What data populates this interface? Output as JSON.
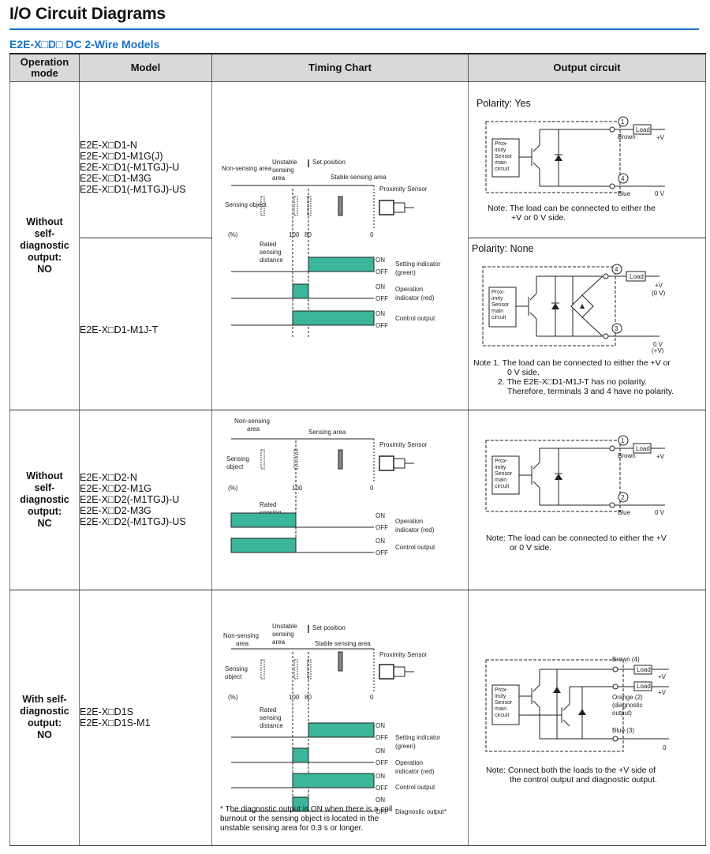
{
  "page_title": "I/O Circuit Diagrams",
  "section_title": "E2E-X□D□ DC 2-Wire Models",
  "headers": {
    "mode": "Operation mode",
    "model": "Model",
    "timing": "Timing Chart",
    "circuit": "Output circuit"
  },
  "rows": [
    {
      "mode": [
        "Without",
        "self-",
        "diagnostic",
        "output:",
        "NO"
      ],
      "models_a": [
        "E2E-X□D1-N",
        "E2E-X□D1-M1G(J)",
        "E2E-X□D1(-M1TGJ)-U",
        "E2E-X□D1-M3G",
        "E2E-X□D1(-M1TGJ)-US"
      ],
      "models_b": [
        "E2E-X□D1-M1J-T"
      ],
      "timing": {
        "non_sensing": "Non-sensing area",
        "unstable": "Unstable sensing area",
        "set_position": "Set position",
        "stable": "Stable sensing area",
        "proximity": "Proximity Sensor",
        "object": "Sensing object",
        "percent": "(%)",
        "t100": "100",
        "t80": "80",
        "t0": "0",
        "rated": "Rated sensing distance",
        "on": "ON",
        "off": "OFF",
        "sig1": "Setting indicator (green)",
        "sig2": "Operation indicator (red)",
        "sig3": "Control output"
      },
      "circuit_a": {
        "polarity": "Polarity: Yes",
        "t1": "1",
        "t2": "4",
        "load": "Load",
        "brown": "Brown",
        "blue": "Blue",
        "plusv": "+V",
        "zerov": "0 V",
        "box": "Prox- imity Sensor main circuit",
        "note": [
          "Note: The load can be connected to either the",
          "+V or 0 V side."
        ]
      },
      "circuit_b": {
        "polarity": "Polarity: None",
        "t1": "4",
        "t2": "3",
        "load": "Load",
        "plusv": "+V",
        "plusv2": "(0 V)",
        "zerov": "0 V",
        "zerov2": "(+V)",
        "box": "Prox- imity Sensor main circuit",
        "note": [
          "Note 1. The load can be connected to either the +V or",
          "0 V side.",
          "2. The E2E-X□D1-M1J-T has no polarity.",
          "Therefore, terminals 3 and 4 have no polarity."
        ]
      }
    },
    {
      "mode": [
        "Without",
        "self-",
        "diagnostic",
        "output:",
        "NC"
      ],
      "models": [
        "E2E-X□D2-N",
        "E2E-X□D2-M1G",
        "E2E-X□D2(-M1TGJ)-U",
        "E2E-X□D2-M3G",
        "E2E-X□D2(-M1TGJ)-US"
      ],
      "timing": {
        "non_sensing": "Non-sensing area",
        "sensing": "Sensing area",
        "proximity": "Proximity Sensor",
        "object": "Sensing object",
        "percent": "(%)",
        "t100": "100",
        "t0": "0",
        "rated": "Rated sensing distance",
        "on": "ON",
        "off": "OFF",
        "sig1": "Operation indicator (red)",
        "sig2": "Control output"
      },
      "circuit": {
        "t1": "1",
        "t2": "2",
        "load": "Load",
        "brown": "Brown",
        "blue": "Blue",
        "plusv": "+V",
        "zerov": "0 V",
        "box": "Prox- imity Sensor main circuit",
        "note": [
          "Note: The load can be connected to either the +V",
          "or 0 V side."
        ]
      }
    },
    {
      "mode": [
        "With self-",
        "diagnostic",
        "output:",
        "NO"
      ],
      "models": [
        "E2E-X□D1S",
        "E2E-X□D1S-M1"
      ],
      "timing": {
        "non_sensing": "Non-sensing area",
        "unstable": "Unstable sensing area",
        "set_position": "Set position",
        "stable": "Stable sensing area",
        "proximity": "Proximity Sensor",
        "object": "Sensing object",
        "percent": "(%)",
        "t100": "100",
        "t80": "80",
        "t0": "0",
        "rated": "Rated sensing distance",
        "on": "ON",
        "off": "OFF",
        "sig1": "Setting indicator (green)",
        "sig2": "Operation indicator (red)",
        "sig3": "Control output",
        "sig4": "Diagnostic output*",
        "footnote": [
          "* The diagnostic output is ON when there is a coil",
          "burnout or the sensing object is located in the",
          "unstable sensing area for 0.3 s or longer."
        ]
      },
      "circuit": {
        "brown": "Brown (4)",
        "orange": "Orange (2)",
        "diag": "(diagnostic",
        "diag2": "output)",
        "blue": "Blue (3)",
        "load": "Load",
        "plusv": "+V",
        "zero": "0",
        "box": "Prox- imity Sensor main circuit",
        "note": [
          "Note: Connect both the loads to the +V side of",
          "the control output and diagnostic output."
        ]
      }
    }
  ],
  "colors": {
    "accent": "#1a73c8",
    "signal_fill": "#3bb59c",
    "header_bg": "#d9d9d9"
  }
}
